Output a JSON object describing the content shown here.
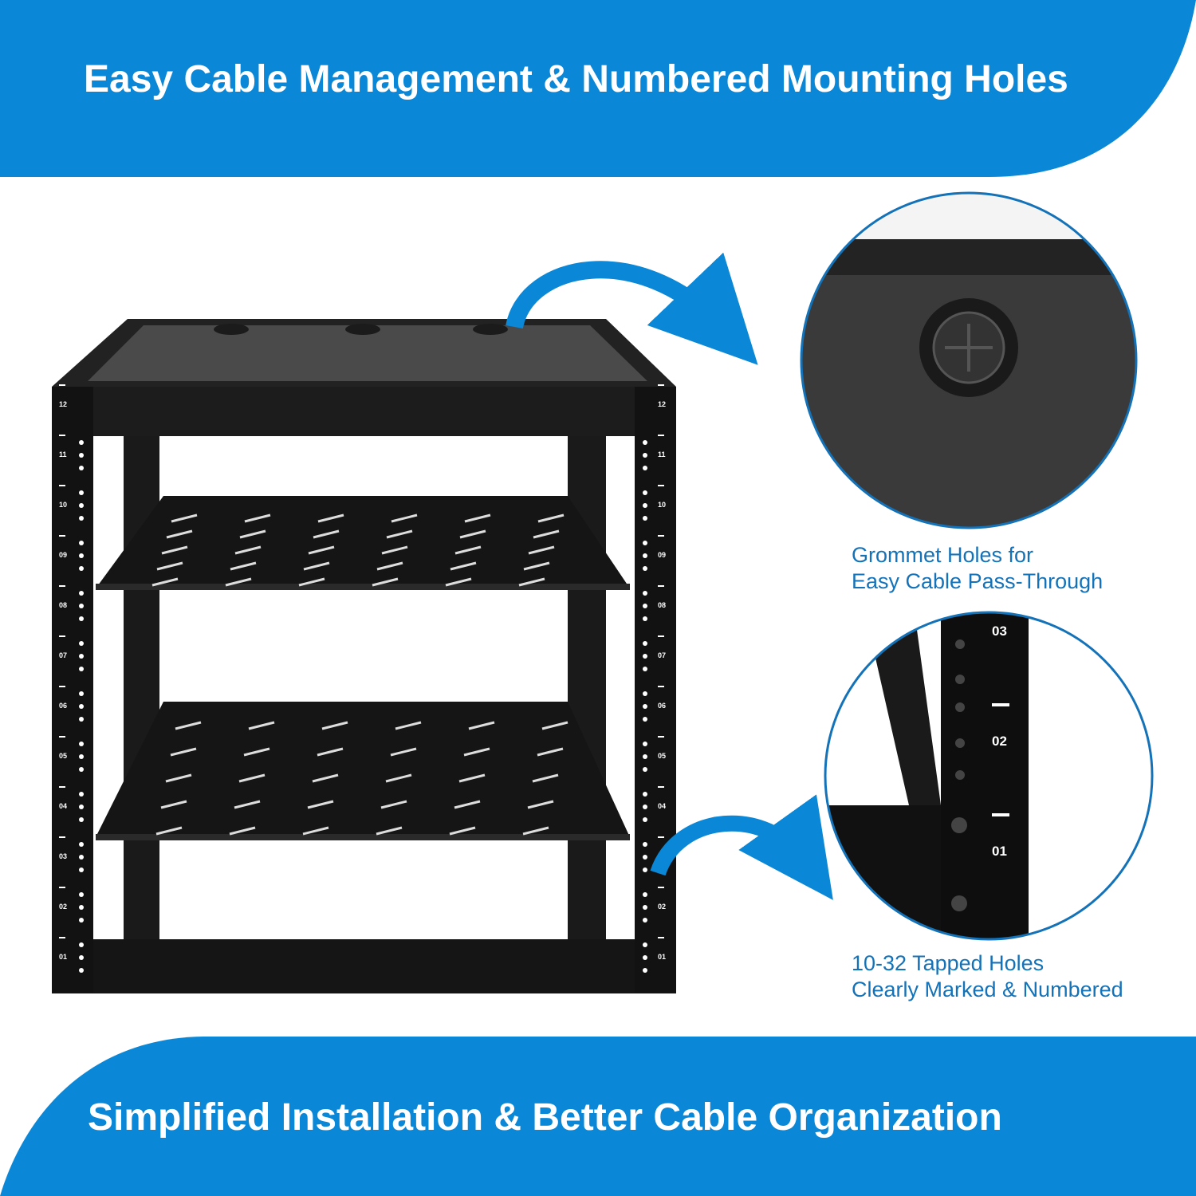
{
  "header": {
    "title": "Easy Cable Management & Numbered Mounting Holes"
  },
  "footer": {
    "title": "Simplified Installation &  Better Cable Organization"
  },
  "callouts": [
    {
      "line1": "Grommet Holes for",
      "line2": "Easy Cable Pass-Through"
    },
    {
      "line1": "10-32 Tapped Holes",
      "line2": "Clearly Marked & Numbered"
    }
  ],
  "rack_unit_numbers": [
    "12",
    "11",
    "10",
    "09",
    "08",
    "07",
    "06",
    "05",
    "04",
    "03",
    "02",
    "01"
  ],
  "zoom_unit_numbers": [
    "03",
    "02",
    "01"
  ],
  "colors": {
    "brand_blue": "#0a87d6",
    "caption_blue": "#1472b8",
    "rack_black": "#111111"
  }
}
